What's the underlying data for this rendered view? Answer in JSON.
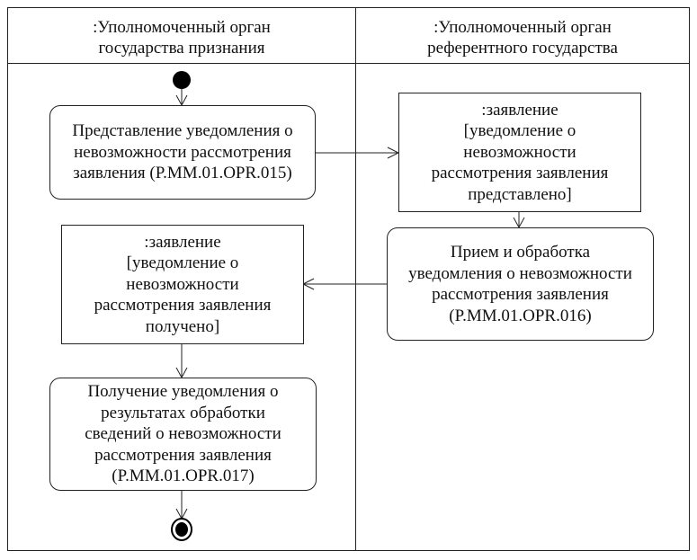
{
  "diagram": {
    "type": "uml-activity-diagram",
    "lanes": [
      {
        "id": "left",
        "title": ":Уполномоченный орган\nгосударства признания"
      },
      {
        "id": "right",
        "title": ":Уполномоченный орган\nреферентного государства"
      }
    ],
    "nodes": {
      "start": {
        "kind": "initial",
        "lane": "left"
      },
      "action_015": {
        "kind": "action",
        "lane": "left",
        "text": "Представление уведомления о\nневозможности рассмотрения\nзаявления (P.MM.01.OPR.015)"
      },
      "object_submitted": {
        "kind": "object",
        "lane": "right",
        "text": ":заявление\n[уведомление о\nневозможности\nрассмотрения заявления\nпредставлено]"
      },
      "action_016": {
        "kind": "action",
        "lane": "right",
        "text": "Прием и обработка\nуведомления о невозможности\nрассмотрения заявления\n(P.MM.01.OPR.016)"
      },
      "object_received": {
        "kind": "object",
        "lane": "left",
        "text": ":заявление\n[уведомление о\nневозможности\nрассмотрения заявления\nполучено]"
      },
      "action_017": {
        "kind": "action",
        "lane": "left",
        "text": "Получение уведомления о\nрезультатах обработки\nсведений о невозможности\nрассмотрения заявления\n(P.MM.01.OPR.017)"
      },
      "end": {
        "kind": "final",
        "lane": "left"
      }
    },
    "edges": [
      {
        "from": "start",
        "to": "action_015"
      },
      {
        "from": "action_015",
        "to": "object_submitted"
      },
      {
        "from": "object_submitted",
        "to": "action_016"
      },
      {
        "from": "action_016",
        "to": "object_received"
      },
      {
        "from": "object_received",
        "to": "action_017"
      },
      {
        "from": "action_017",
        "to": "end"
      }
    ],
    "colors": {
      "line": "#222222",
      "fill": "#ffffff",
      "marker": "#000000"
    }
  }
}
